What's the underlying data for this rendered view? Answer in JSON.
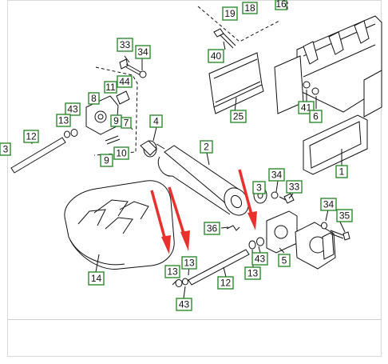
{
  "callouts": [
    {
      "id": "c19",
      "text": "19"
    },
    {
      "id": "c18",
      "text": "18"
    },
    {
      "id": "c16",
      "text": "16"
    },
    {
      "id": "c40",
      "text": "40"
    },
    {
      "id": "c33a",
      "text": "33"
    },
    {
      "id": "c34a",
      "text": "34"
    },
    {
      "id": "c44",
      "text": "44"
    },
    {
      "id": "c11",
      "text": "11"
    },
    {
      "id": "c8",
      "text": "8"
    },
    {
      "id": "c43a",
      "text": "43"
    },
    {
      "id": "c13a",
      "text": "13"
    },
    {
      "id": "c9a",
      "text": "9"
    },
    {
      "id": "c7",
      "text": "7"
    },
    {
      "id": "c10",
      "text": "10"
    },
    {
      "id": "c9b",
      "text": "9"
    },
    {
      "id": "c12a",
      "text": "12"
    },
    {
      "id": "c4",
      "text": "4"
    },
    {
      "id": "c25",
      "text": "25"
    },
    {
      "id": "c41",
      "text": "41"
    },
    {
      "id": "c6",
      "text": "6"
    },
    {
      "id": "c2",
      "text": "2"
    },
    {
      "id": "c1",
      "text": "1"
    },
    {
      "id": "c3",
      "text": "3"
    },
    {
      "id": "c34b",
      "text": "34"
    },
    {
      "id": "c33b",
      "text": "33"
    },
    {
      "id": "c34c",
      "text": "34"
    },
    {
      "id": "c35",
      "text": "35"
    },
    {
      "id": "c36",
      "text": "36"
    },
    {
      "id": "c43b",
      "text": "43"
    },
    {
      "id": "c5",
      "text": "5"
    },
    {
      "id": "c13b",
      "text": "13"
    },
    {
      "id": "c13c",
      "text": "13"
    },
    {
      "id": "c13d",
      "text": "13"
    },
    {
      "id": "c12b",
      "text": "12"
    },
    {
      "id": "c14",
      "text": "14"
    },
    {
      "id": "c43c",
      "text": "43"
    },
    {
      "id": "c3edge",
      "text": "3"
    }
  ],
  "colors": {
    "callout_border": "#2e8b2e",
    "arrow": "#e8312c",
    "line": "#111111"
  }
}
